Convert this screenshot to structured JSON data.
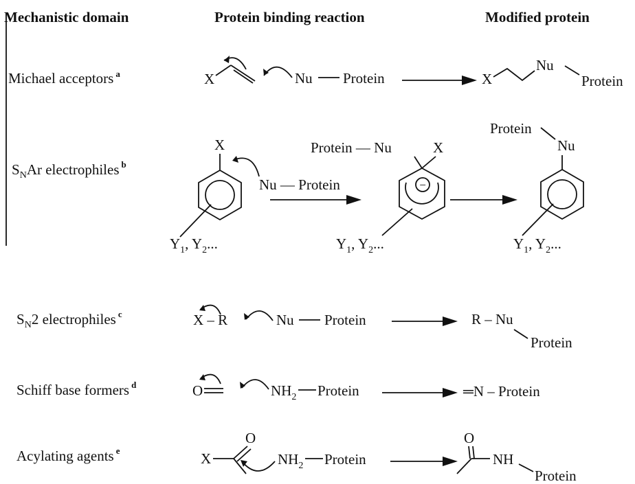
{
  "headers": {
    "mechanistic_domain": "Mechanistic domain",
    "binding_reaction": "Protein binding reaction",
    "modified_protein": "Modified protein"
  },
  "rows": [
    {
      "label": "Michael acceptors",
      "footnote": "a",
      "reaction": {
        "x": "X",
        "nu": "Nu",
        "protein": "Protein"
      },
      "product": {
        "x": "X",
        "nu": "Nu",
        "protein": "Protein"
      }
    },
    {
      "label_prefix": "S",
      "label_sub": "N",
      "label_rest": "Ar electrophiles",
      "footnote": "b",
      "reaction": {
        "x": "X",
        "nu_protein": "Nu — Protein",
        "substituents": "Y",
        "sub1": "1",
        "sep": ", Y",
        "sub2": "2",
        "ellipsis": "..."
      },
      "intermediate": {
        "protein_nu": "Protein — Nu",
        "x": "X",
        "charge": "−",
        "substituents": "Y",
        "sub1": "1",
        "sep": ", Y",
        "sub2": "2",
        "ellipsis": "..."
      },
      "product": {
        "protein": "Protein",
        "nu": "Nu",
        "substituents": "Y",
        "sub1": "1",
        "sep": ", Y",
        "sub2": "2",
        "ellipsis": "..."
      }
    },
    {
      "label_prefix": "S",
      "label_sub": "N",
      "label_rest": "2 electrophiles",
      "footnote": "c",
      "reaction": {
        "xr": "X – R",
        "nu": "Nu",
        "protein": "Protein"
      },
      "product": {
        "rnu": "R – Nu",
        "protein": "Protein"
      }
    },
    {
      "label": "Schiff base formers",
      "footnote": "d",
      "reaction": {
        "o": "O",
        "nh": "NH",
        "nh_sub": "2",
        "protein": "Protein"
      },
      "product": {
        "imine": "═N – Protein"
      }
    },
    {
      "label": "Acylating agents",
      "footnote": "e",
      "reaction": {
        "x": "X",
        "o": "O",
        "nh": "NH",
        "nh_sub": "2",
        "protein": "Protein"
      },
      "product": {
        "o": "O",
        "nh": "NH",
        "protein": "Protein"
      }
    }
  ]
}
